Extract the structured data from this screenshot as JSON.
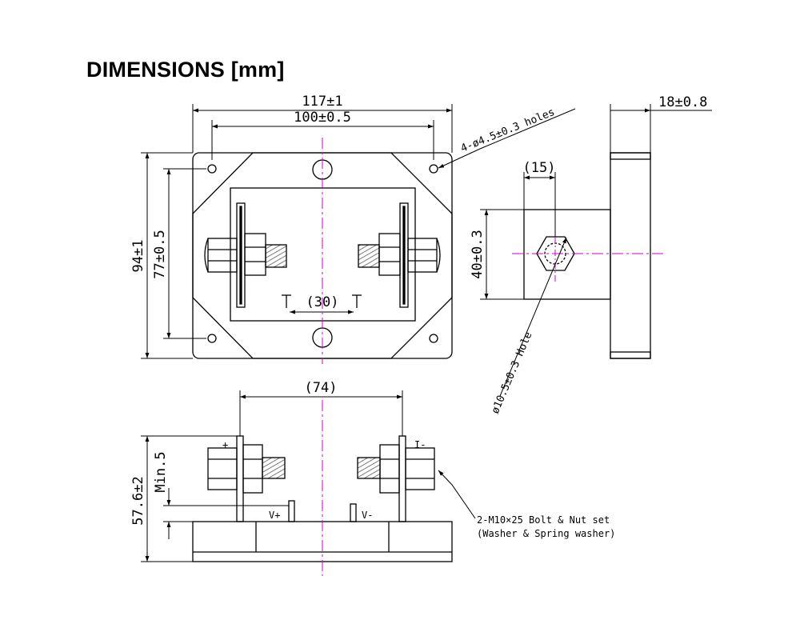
{
  "title": "DIMENSIONS [mm]",
  "colors": {
    "line": "#000000",
    "center_line": "#cc00cc",
    "hatch": "#444444"
  },
  "top_view": {
    "overall_width": "117±1",
    "hole_spacing_width": "100±0.5",
    "overall_height": "94±1",
    "hole_spacing_height": "77±0.5",
    "holes_note": "4-ø4.5±0.3 holes",
    "terminal_spacing": "(30)"
  },
  "side_view": {
    "thickness": "18±0.8",
    "boss_width": "(15)",
    "boss_height": "40±0.3",
    "hole_note": "ø10.5±0.3 Hole"
  },
  "front_view": {
    "terminal_spacing": "(74)",
    "overall_height": "57.6±2",
    "min_height": "Min.5",
    "terminal_plus": "+",
    "terminal_minus": "I-",
    "sense_plus": "V+",
    "sense_minus": "V-",
    "bolt_note_line1": "2-M10×25 Bolt & Nut set",
    "bolt_note_line2": "(Washer & Spring washer)"
  }
}
